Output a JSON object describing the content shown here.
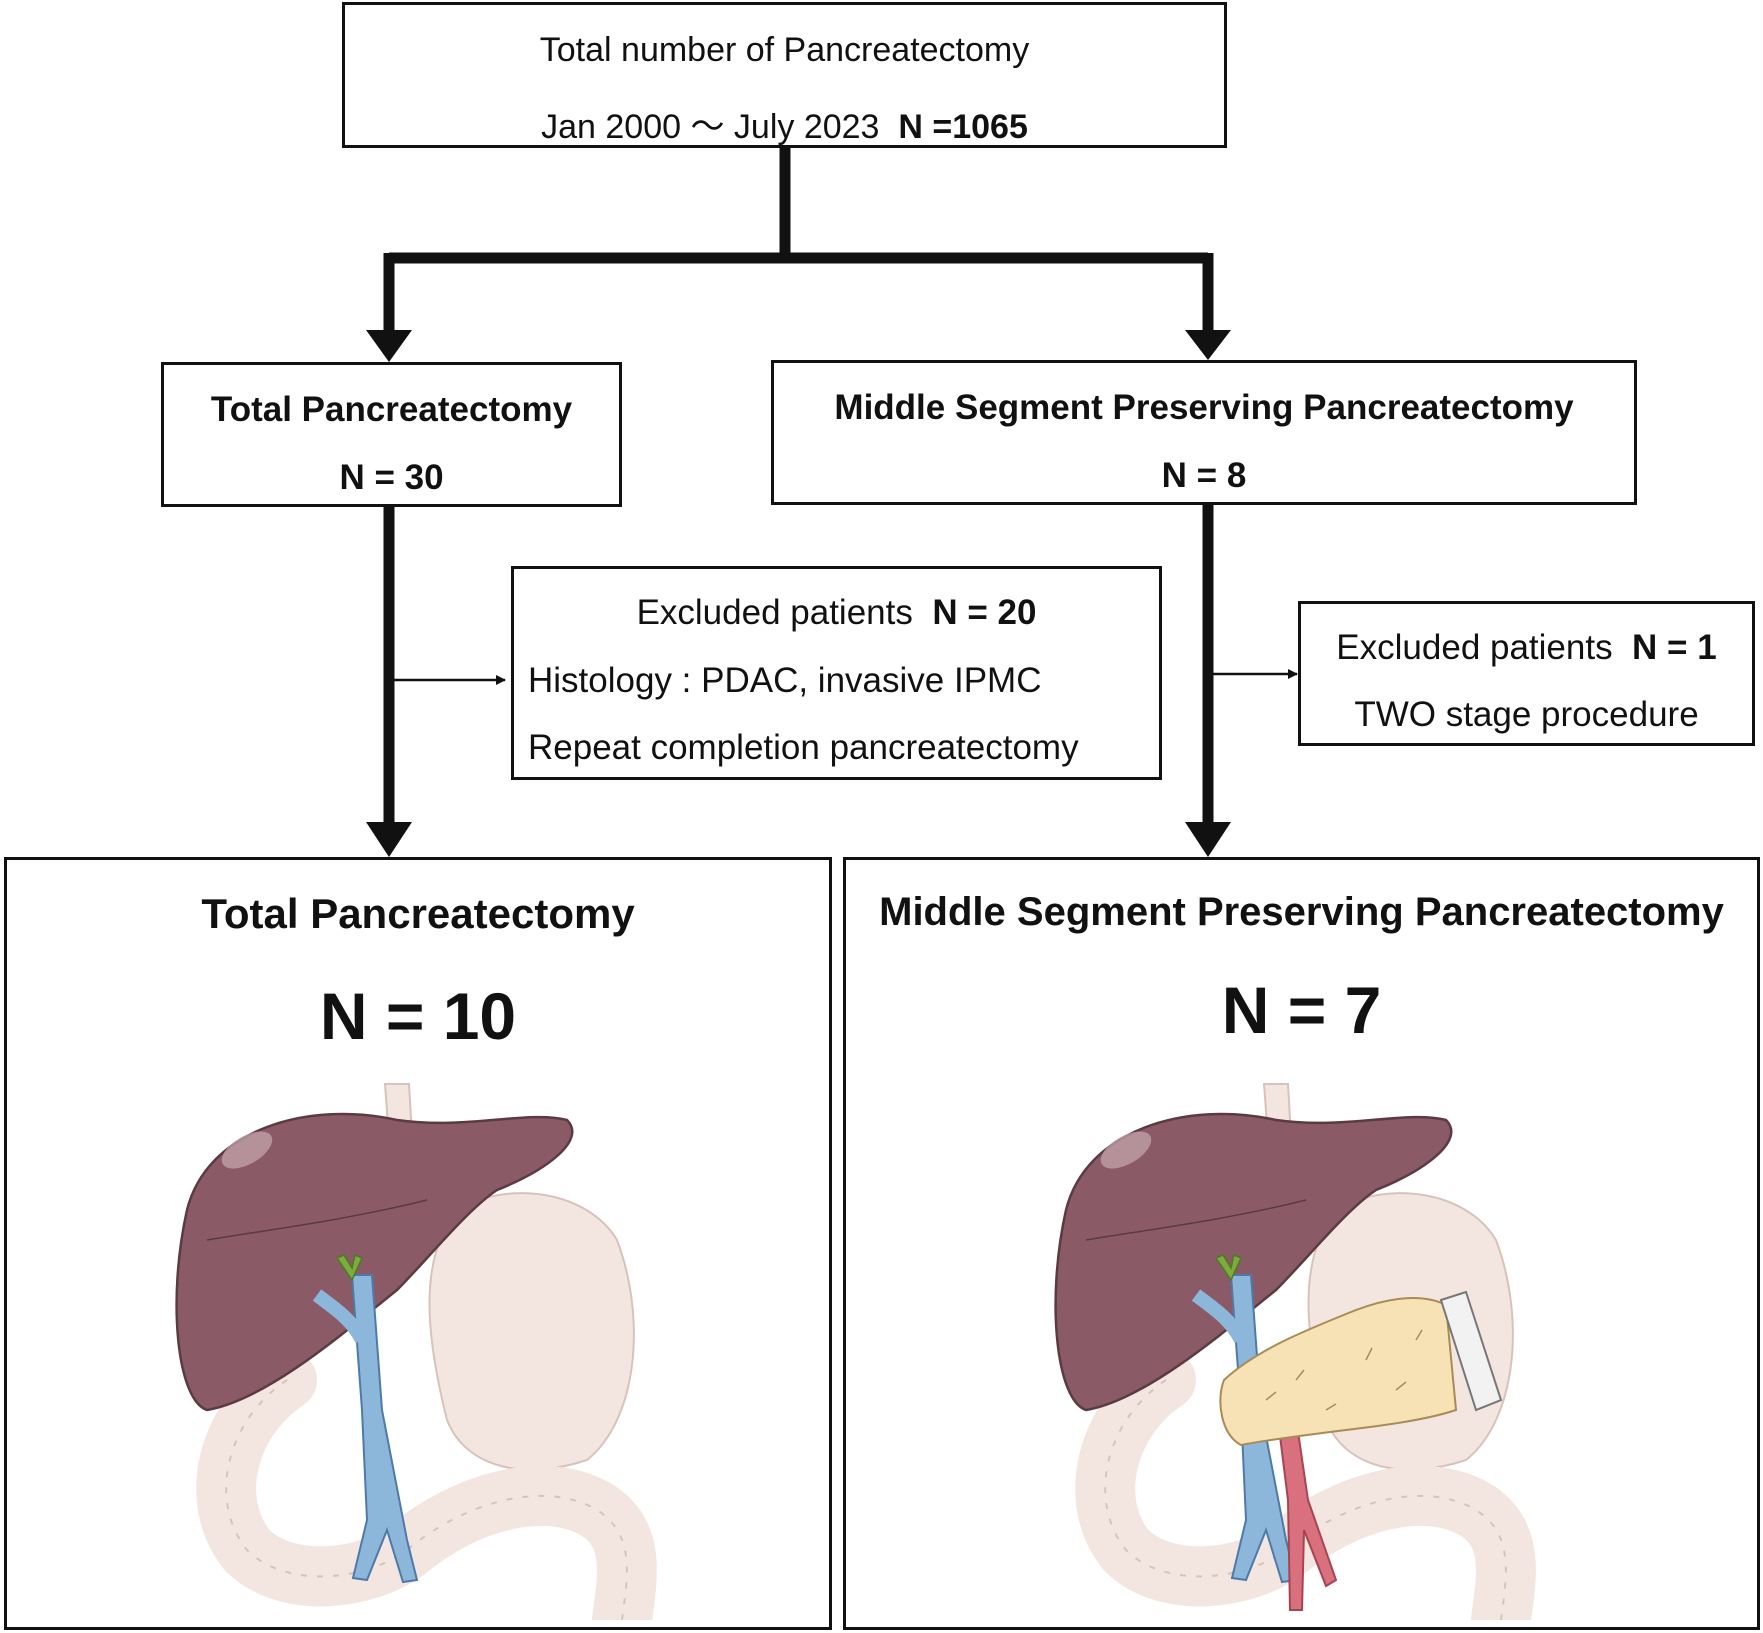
{
  "top": {
    "line1": "Total number of Pancreatectomy",
    "line2_prefix": "Jan 2000 〜 July 2023",
    "line2_n": "N =1065"
  },
  "left_mid": {
    "title": "Total Pancreatectomy",
    "n": "N = 30"
  },
  "right_mid": {
    "title": "Middle Segment Preserving Pancreatectomy",
    "n": "N = 8"
  },
  "left_excl": {
    "label": "Excluded patients",
    "n": "N = 20",
    "reason1": "Histology : PDAC, invasive IPMC",
    "reason2": "Repeat completion pancreatectomy"
  },
  "right_excl": {
    "label": "Excluded patients",
    "n": "N = 1",
    "reason1": "TWO stage procedure"
  },
  "left_final": {
    "title": "Total Pancreatectomy",
    "n": "N = 10",
    "illustration": "total-pancreatectomy-anatomy"
  },
  "right_final": {
    "title": "Middle Segment Preserving Pancreatectomy",
    "n": "N = 7",
    "illustration": "middle-segment-preserving-anatomy"
  },
  "colors": {
    "liver": "#8a5a66",
    "stomach": "#f3e6e1",
    "portal_vein": "#8db6db",
    "bile_duct": "#7cab3f",
    "pancreas": "#f6e2b4",
    "artery": "#d9707e"
  }
}
